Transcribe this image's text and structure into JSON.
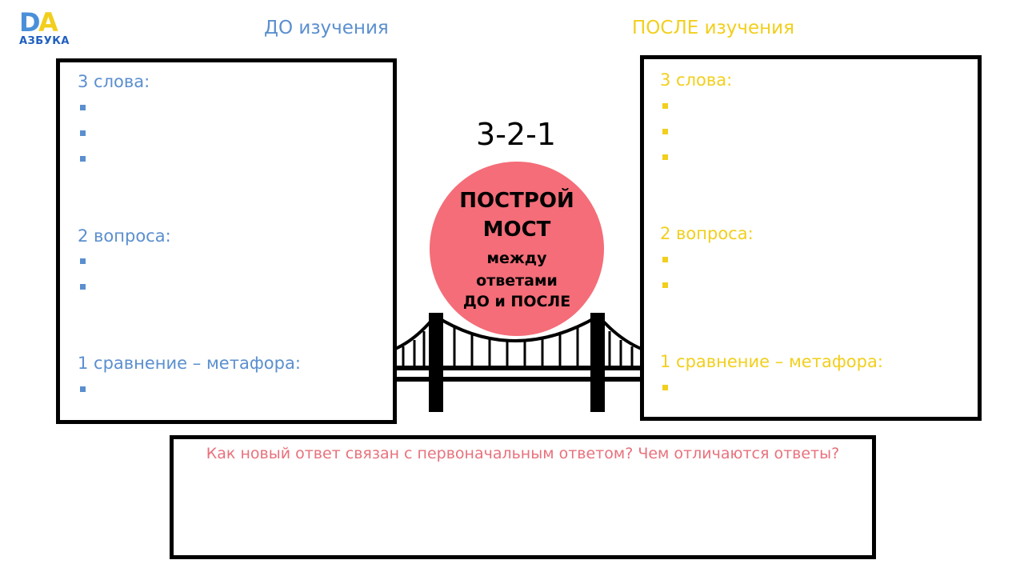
{
  "logo": {
    "letter_d": "D",
    "letter_a": "A",
    "text": "АЗБУКА",
    "color_d": "#4a90d9",
    "color_a": "#f2cf1d"
  },
  "headers": {
    "before": "ДО изучения",
    "after": "ПОСЛЕ изучения"
  },
  "before_box": {
    "words_label": "3 слова:",
    "questions_label": "2 вопроса:",
    "metaphor_label": "1 сравнение – метафора:",
    "color": "#5b8fcf"
  },
  "after_box": {
    "words_label": "3 слова:",
    "questions_label": "2 вопроса:",
    "metaphor_label": "1 сравнение – метафора:",
    "color": "#f2cf1d"
  },
  "center": {
    "title": "3-2-1",
    "circle_line1": "ПОСТРОЙ",
    "circle_line2": "МОСТ",
    "circle_line3": "между",
    "circle_line4": "ответами",
    "circle_line5": "ДО и ПОСЛЕ",
    "circle_color": "#f46d78"
  },
  "bottom_box": {
    "question": "Как новый ответ связан с первоначальным ответом? Чем отличаются ответы?",
    "color": "#e8717c"
  }
}
